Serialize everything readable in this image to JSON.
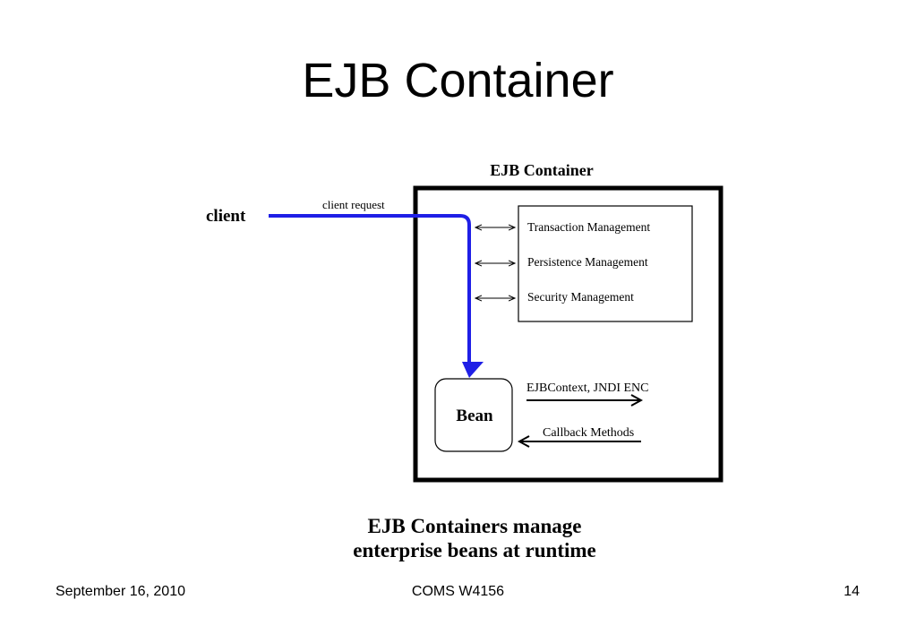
{
  "slide": {
    "title": "EJB Container"
  },
  "diagram": {
    "container_label": "EJB Container",
    "client_label": "client",
    "request_label": "client request",
    "services": [
      "Transaction Management",
      "Persistence Management",
      "Security Management"
    ],
    "bean_label": "Bean",
    "context_label": "EJBContext,  JNDI ENC",
    "callback_label": "Callback Methods",
    "colors": {
      "request_line": "#1f1fe6",
      "frame": "#000000"
    }
  },
  "caption": {
    "line1": "EJB Containers manage",
    "line2": "enterprise beans at runtime"
  },
  "footer": {
    "date": "September 16, 2010",
    "course": "COMS W4156",
    "page": "14"
  }
}
